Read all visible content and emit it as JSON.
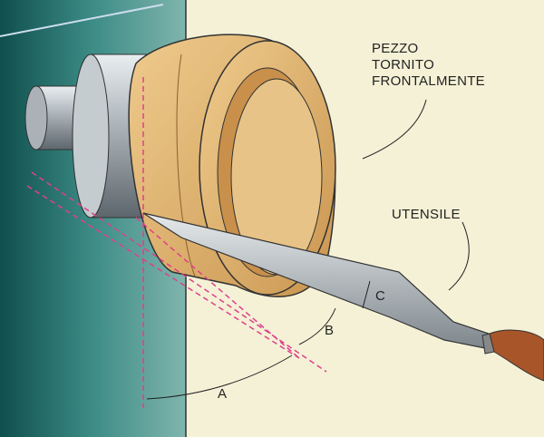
{
  "labels": {
    "workpiece_line1": "PEZZO",
    "workpiece_line2": "TORNITO",
    "workpiece_line3": "FRONTALMENTE",
    "tool": "UTENSILE",
    "dim_a": "A",
    "dim_b": "B",
    "dim_c": "C"
  },
  "colors": {
    "wall": "#1f6f6a",
    "background": "#f4f1d6",
    "wood": "#e2b97a",
    "steel": "#b9bfc4",
    "handle": "#a8552a",
    "guide_lines": "#e0408a"
  }
}
